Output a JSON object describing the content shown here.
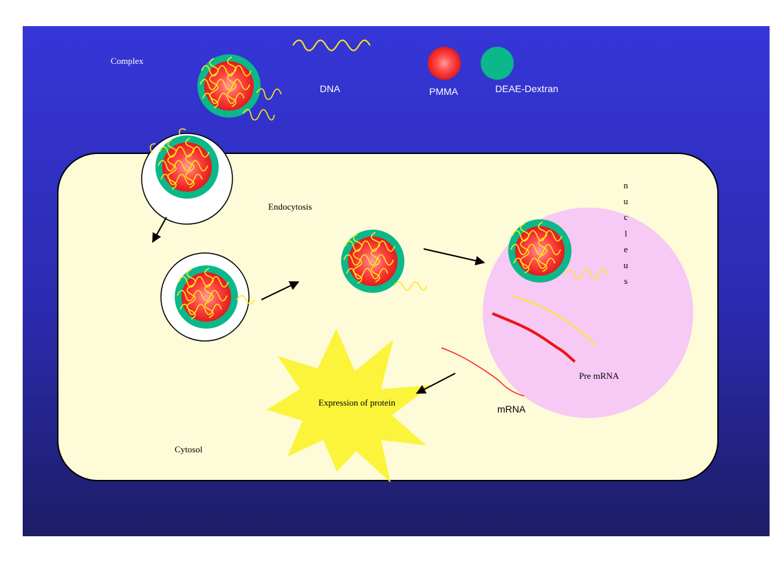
{
  "labels": {
    "complex": "Complex",
    "dna": "DNA",
    "pmma": "PMMA",
    "deae_dextran": "DEAE-Dextran",
    "endocytosis": "Endocytosis",
    "nucleus_letters": [
      "n",
      "u",
      "c",
      "l",
      "e",
      "u",
      "s"
    ],
    "pre_mrna": "Pre mRNA",
    "mrna": "mRNA",
    "expression": "Expression of protein",
    "cytosol": "Cytosol"
  },
  "colors": {
    "background_top": "#3535d6",
    "background_bottom": "#20206a",
    "cell": "#fdfbd8",
    "nucleus": "#f7c9f5",
    "pmma": "#ff2a2a",
    "dextran": "#0bb88a",
    "dna": "#ffe81a",
    "mrna": "#ff1a1a",
    "starburst": "#fbf43a"
  }
}
